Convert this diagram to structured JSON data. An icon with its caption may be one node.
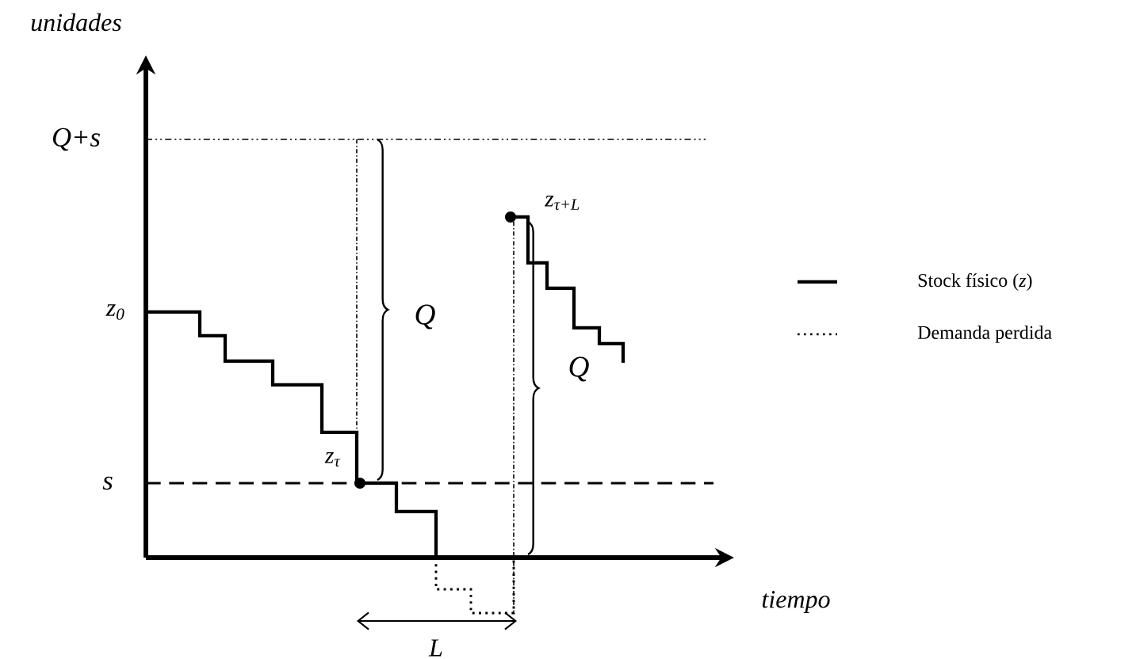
{
  "diagram": {
    "labels": [
      "unidades",
      "Q+s",
      "z$_{0}$",
      "s",
      "z$_{τ}$",
      "Q",
      "z$_{τ+L}$",
      "Q",
      "tiempo",
      "L"
    ],
    "legend": [
      {
        "text": "Stock físico (*z*)"
      },
      {
        "text": "Demanda perdida"
      }
    ]
  }
}
